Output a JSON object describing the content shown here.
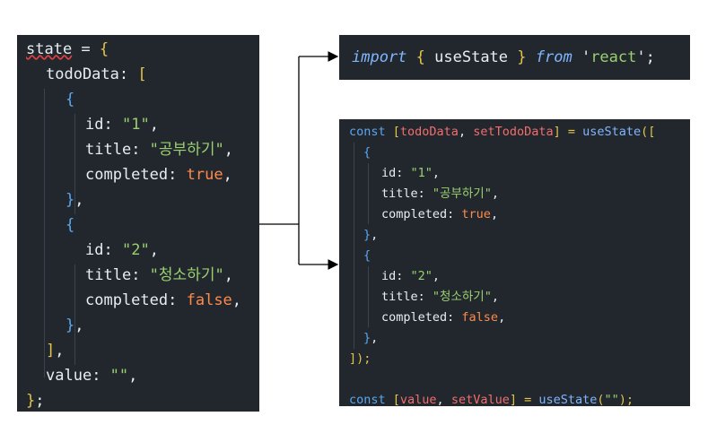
{
  "left_code": {
    "l1": [
      "state",
      " = ",
      "{"
    ],
    "l2": [
      "todoData",
      ": ",
      "["
    ],
    "l3": "{",
    "l4": [
      "id",
      ": ",
      "\"1\"",
      ","
    ],
    "l5": [
      "title",
      ": ",
      "\"공부하기\"",
      ","
    ],
    "l6": [
      "completed",
      ": ",
      "true",
      ","
    ],
    "l7": [
      "}",
      ","
    ],
    "l8": "{",
    "l9": [
      "id",
      ": ",
      "\"2\"",
      ","
    ],
    "l10": [
      "title",
      ": ",
      "\"청소하기\"",
      ","
    ],
    "l11": [
      "completed",
      ": ",
      "false",
      ","
    ],
    "l12": [
      "}",
      ","
    ],
    "l13": [
      "]",
      ","
    ],
    "l14": [
      "value",
      ": ",
      "\"\"",
      ","
    ],
    "l15": [
      "}",
      ";"
    ]
  },
  "import_code": [
    "import",
    " { ",
    "useState",
    " } ",
    "from",
    " '",
    "react",
    "';"
  ],
  "right_code": {
    "r1": [
      "const",
      " [",
      "todoData",
      ", ",
      "setTodoData",
      "] = ",
      "useState",
      "(["
    ],
    "r2": "{",
    "r3": [
      "id",
      ": ",
      "\"1\"",
      ","
    ],
    "r4": [
      "title",
      ": ",
      "\"공부하기\"",
      ","
    ],
    "r5": [
      "completed",
      ": ",
      "true",
      ","
    ],
    "r6": [
      "}",
      ","
    ],
    "r7": "{",
    "r8": [
      "id",
      ": ",
      "\"2\"",
      ","
    ],
    "r9": [
      "title",
      ": ",
      "\"청소하기\"",
      ","
    ],
    "r10": [
      "completed",
      ": ",
      "false",
      ","
    ],
    "r11": [
      "}",
      ","
    ],
    "r12": "]);",
    "r13": [
      "const",
      " [",
      "value",
      ", ",
      "setValue",
      "] = ",
      "useState",
      "(",
      "\"\"",
      ");"
    ]
  },
  "colors": {
    "panel_bg": "#22272e",
    "keyword": "#5aa7f0",
    "string": "#9bd070",
    "boolean": "#ff8a4c",
    "bracket": "#e2c54a",
    "variable": "#f36d6d",
    "arrow": "#000000"
  }
}
